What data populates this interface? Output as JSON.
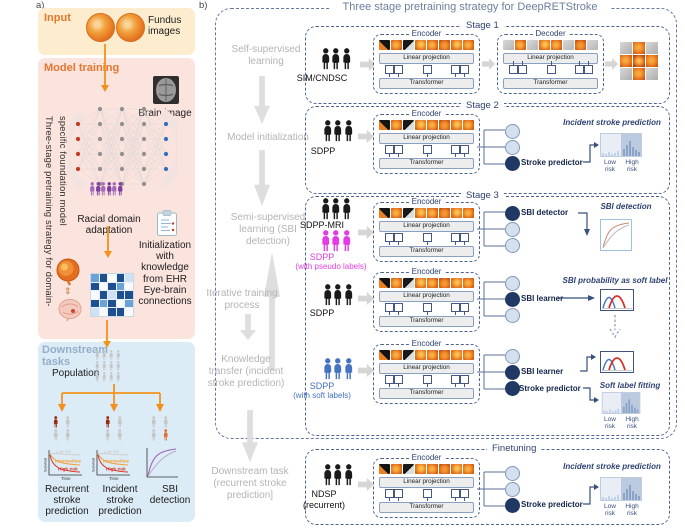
{
  "panel_a": {
    "label": "a)",
    "input": {
      "title": "Input",
      "caption": "Fundus images"
    },
    "training": {
      "title": "Model training",
      "brain_caption": "Brain image",
      "vertical_text": "Three-stage pretraining strategy for domain-specific foundation model",
      "racial_caption": "Racial domain adaptation",
      "ehr_caption": "Initialization with knowledge from EHR",
      "eye_brain_caption": "Eye-brain connections",
      "updown_glyph": "⇕"
    },
    "downstream": {
      "title": "Downstream tasks",
      "population": "Population",
      "plot": {
        "survival": "Survival",
        "time": "Time",
        "low": "Low risk",
        "mid": "Intermediate",
        "high": "High risk"
      },
      "tasks": [
        "Recurrent stroke prediction",
        "Incident stroke prediction",
        "SBI detection"
      ]
    }
  },
  "panel_b": {
    "label": "b)",
    "title": "Three stage pretraining strategy for DeepRETStroke",
    "flow": [
      "Self-supervised learning",
      "Model initialization",
      "Semi-supervised learning (SBI detection)",
      "Iterative training process",
      "Knowledge transfer (incident stroke prediction)",
      "Downstream task (recurrent stroke prediction]"
    ]
  },
  "shared": {
    "encoder": "Encoder",
    "decoder": "Decoder",
    "linear": "Linear projection",
    "transformer": "Transformer"
  },
  "stage1": {
    "label": "Stage 1",
    "cohort": "SIM/CNDSC"
  },
  "stage2": {
    "label": "Stage 2",
    "cohort": "SDPP",
    "predictor": "Stroke predictor",
    "output": "Incident stroke prediction",
    "low": "Low risk",
    "high": "High risk"
  },
  "stage3": {
    "label": "Stage 3",
    "row1": {
      "cohort_a": "SDPP-MRI",
      "cohort_b": "SDPP",
      "cohort_b_note": "(with pseudo labels)",
      "predictor": "SBI detector",
      "output": "SBI detection"
    },
    "row2": {
      "cohort": "SDPP",
      "predictor": "SBI learner",
      "output": "SBI probability as soft label"
    },
    "row3": {
      "cohort": "SDPP",
      "cohort_note": "(with soft labels)",
      "learner": "SBI learner",
      "predictor": "Stroke predictor",
      "output": "Soft label fitting",
      "low": "Low risk",
      "high": "High risk"
    }
  },
  "finetune": {
    "label": "Finetuning",
    "cohort": "NDSP",
    "cohort_note": "(recurrent)",
    "predictor": "Stroke predictor",
    "output": "Incident stroke prediction",
    "low": "Low risk",
    "high": "High risk"
  }
}
